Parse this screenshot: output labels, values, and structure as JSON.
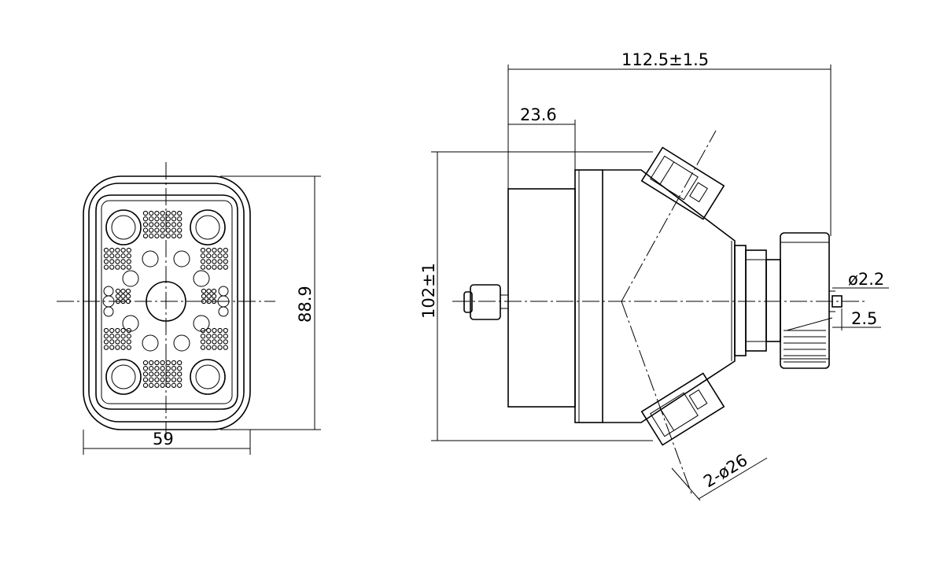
{
  "dimensions": {
    "front_width": "59",
    "front_height": "88.9",
    "overall_length": "112.5±1.5",
    "body_offset": "23.6",
    "body_height": "102±1",
    "pin_diameter": "ø2.2",
    "pin_length": "2.5",
    "side_holes": "2-ø26"
  }
}
